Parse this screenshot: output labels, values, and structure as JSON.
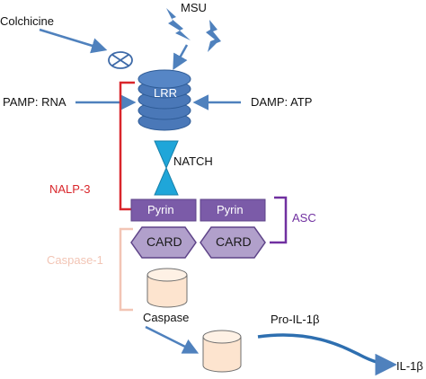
{
  "labels": {
    "colchicine": "Colchicine",
    "msu": "MSU",
    "pamp": "PAMP: RNA",
    "lrr": "LRR",
    "damp": "DAMP: ATP",
    "natch": "NATCH",
    "nalp3": "NALP-3",
    "pyrin_left": "Pyrin",
    "pyrin_right": "Pyrin",
    "asc": "ASC",
    "caspase1": "Caspase-1",
    "card_left": "CARD",
    "card_right": "CARD",
    "caspase": "Caspase",
    "pro_il1b": "Pro-IL-1β",
    "il1b": "IL-1β"
  },
  "colors": {
    "arrow": "#4f81bd",
    "lrr_fill": "#4a78b8",
    "natch_fill": "#1fa6d9",
    "nalp3_red": "#d9262b",
    "pyrin_fill": "#7b5ba8",
    "asc_purple": "#7030a0",
    "card_fill": "#b1a0cb",
    "caspase1_pink": "#f2c5b5",
    "cylinder_fill": "#fde4cf"
  }
}
